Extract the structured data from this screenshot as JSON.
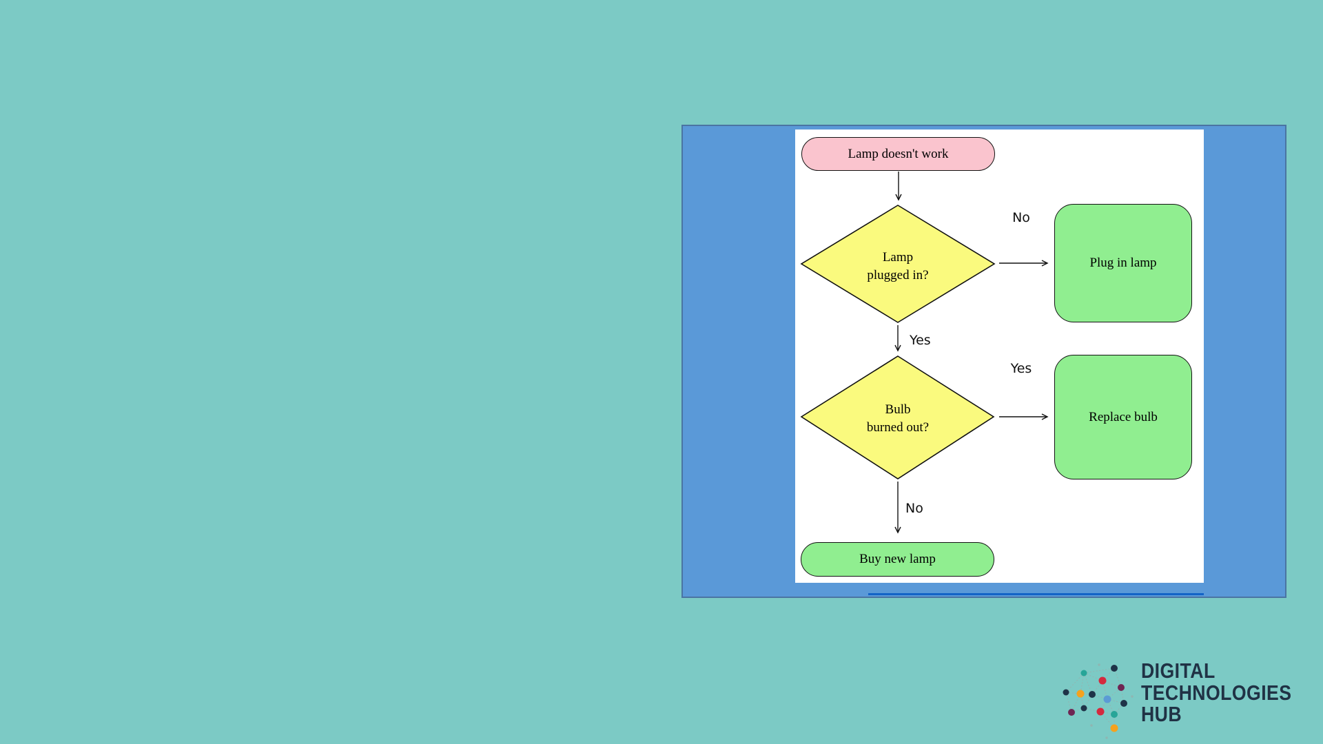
{
  "colors": {
    "page_background": "#7ccac5",
    "panel_background": "#5a99d8",
    "panel_border": "#4a74a2",
    "scrollbar_blue": "#1363c6",
    "canvas_white": "#ffffff",
    "node_start_pink": "#fac4ce",
    "node_decision_yellow": "#fafa7e",
    "node_action_green": "#90ee90",
    "node_border": "#000000",
    "logo_navy": "#203245",
    "logo_dot_navy": "#1f3348",
    "logo_dot_teal": "#27a598",
    "logo_dot_red": "#d42a3e",
    "logo_dot_orange": "#f5a21d",
    "logo_dot_purple": "#6e2553",
    "logo_dot_blue": "#5b9bd5"
  },
  "flowchart": {
    "start": {
      "label": "Lamp doesn't work"
    },
    "decision1": {
      "line1": "Lamp",
      "line2": "plugged in?"
    },
    "action1": {
      "label": "Plug in lamp"
    },
    "decision2": {
      "line1": "Bulb",
      "line2": "burned out?"
    },
    "action2": {
      "label": "Replace bulb"
    },
    "end": {
      "label": "Buy new lamp"
    },
    "labels": {
      "no1": "No",
      "yes1": "Yes",
      "yes2": "Yes",
      "no2": "No"
    }
  },
  "logo": {
    "line1": "DIGITAL",
    "line2": "TECHNOLOGIES",
    "line3": "HUB"
  }
}
